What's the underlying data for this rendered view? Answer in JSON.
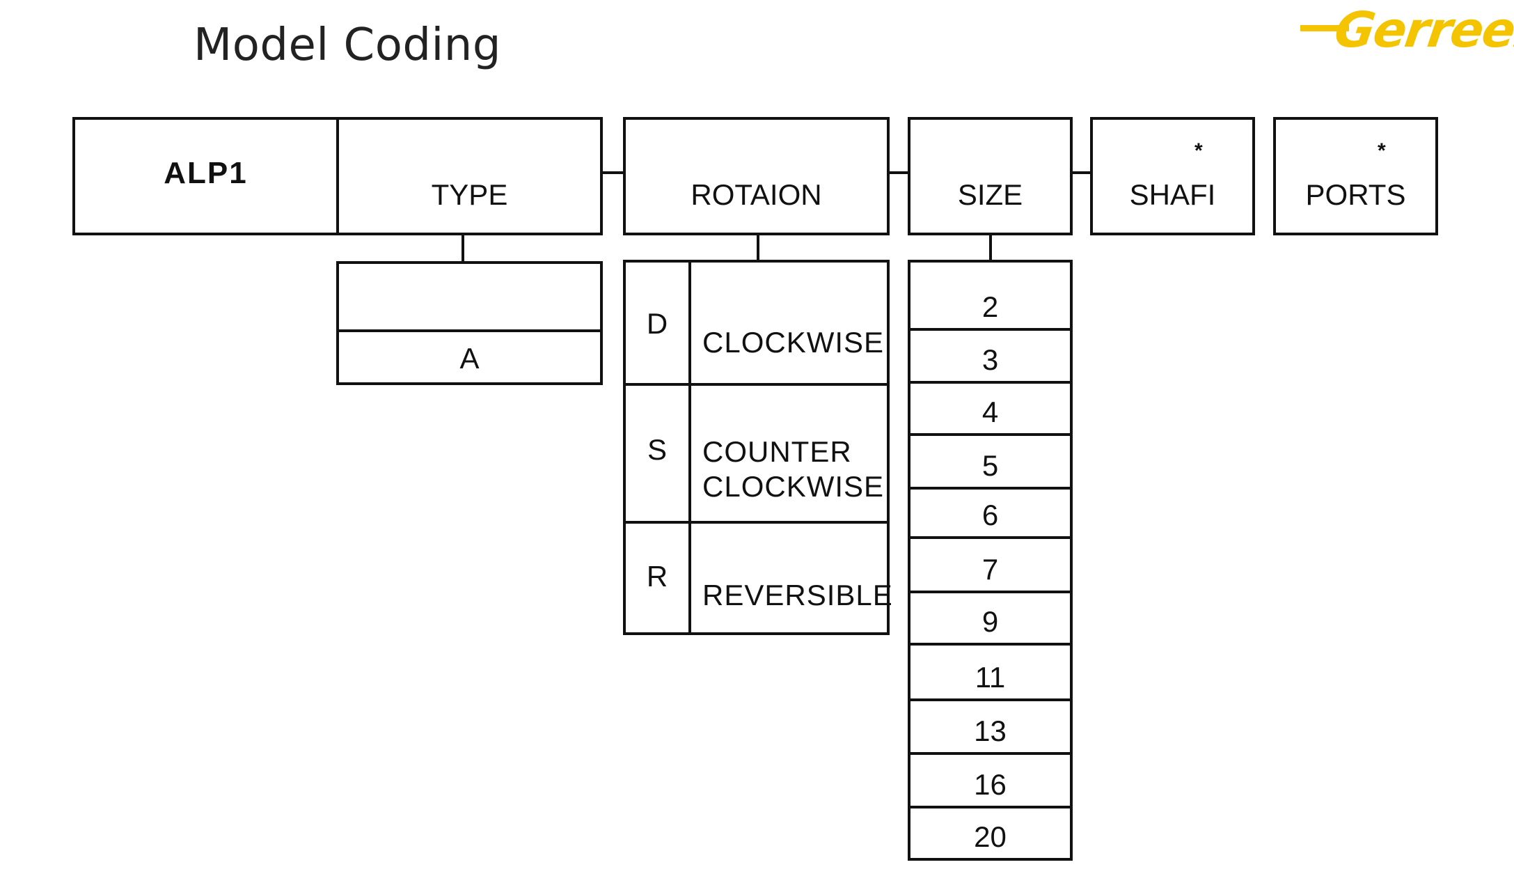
{
  "title": "Model Coding",
  "logo": {
    "text": "Gerreen",
    "color": "#f5c400"
  },
  "model": "ALP1",
  "headers": {
    "type": "TYPE",
    "rotation": "ROTAION",
    "size": "SIZE",
    "shaft": "SHAFI",
    "ports": "PORTS",
    "asterisk": "*"
  },
  "type_options": [
    "",
    "A"
  ],
  "rotation_options": [
    {
      "code": "D",
      "desc": "CLOCKWISE"
    },
    {
      "code": "S",
      "desc_line1": "COUNTER",
      "desc_line2": "CLOCKWISE"
    },
    {
      "code": "R",
      "desc": "REVERSIBLE"
    }
  ],
  "size_options": [
    "2",
    "3",
    "4",
    "5",
    "6",
    "7",
    "9",
    "11",
    "13",
    "16",
    "20"
  ],
  "colors": {
    "line": "#111111",
    "accent": "#f5c400",
    "background": "#ffffff"
  }
}
